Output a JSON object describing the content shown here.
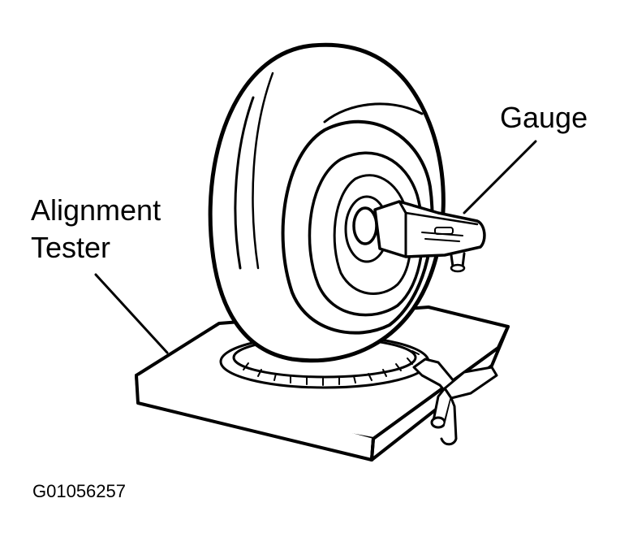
{
  "labels": {
    "gauge": "Gauge",
    "alignment_tester_line1": "Alignment",
    "alignment_tester_line2": "Tester"
  },
  "figure_id": "G01056257",
  "colors": {
    "ink": "#000000",
    "paper": "#ffffff"
  }
}
